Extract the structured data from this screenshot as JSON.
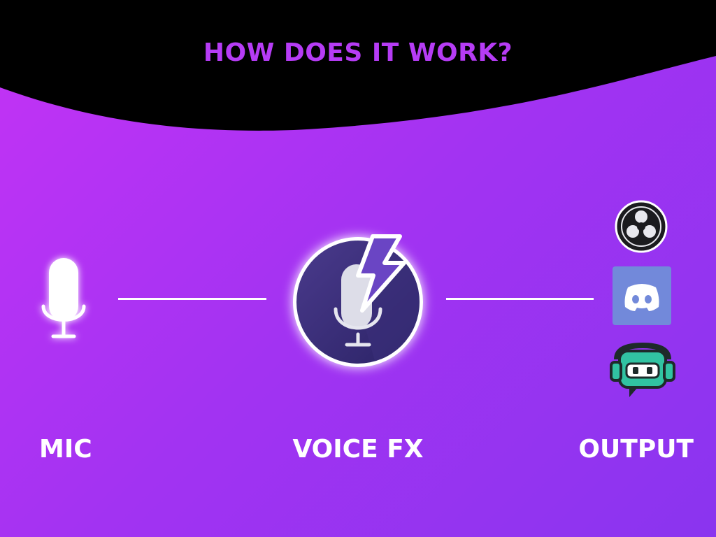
{
  "title": "HOW DOES IT WORK?",
  "nodes": {
    "mic": {
      "label": "MIC",
      "icon": "microphone-icon"
    },
    "voicefx": {
      "label": "VOICE FX",
      "icon": "voicefx-logo-icon"
    },
    "output": {
      "label": "OUTPUT",
      "icons": [
        "obs-icon",
        "discord-icon",
        "streamlabs-icon"
      ]
    }
  },
  "colors": {
    "background_start": "#c433f5",
    "background_end": "#8a34ef",
    "title": "#b63cf5",
    "header": "#000000",
    "discord": "#7289da",
    "streamlabs": "#31c3a2"
  }
}
